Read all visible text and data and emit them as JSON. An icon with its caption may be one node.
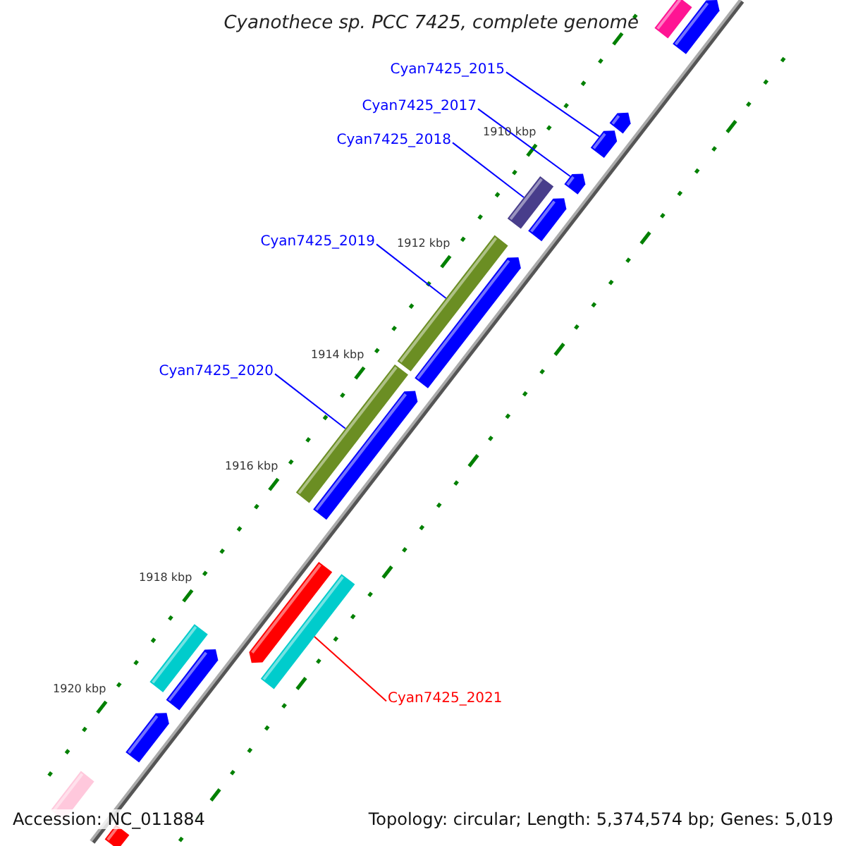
{
  "diagram": {
    "title": "Cyanothece sp. PCC 7425, complete genome",
    "nodes": [
      {
        "text": [
          "Cyan7425_2015"
        ]
      },
      {
        "text": [
          "Cyan7425_2017"
        ]
      },
      {
        "text": [
          "Cyan7425_2018"
        ]
      },
      {
        "text": [
          "Cyan7425_2019"
        ]
      },
      {
        "text": [
          "Cyan7425_2020"
        ]
      },
      {
        "text": [
          "Cyan7425_2021"
        ]
      },
      {
        "text": [],
        "shape": "bar"
      },
      {
        "text": [],
        "shape": "bar"
      },
      {
        "text": [],
        "shape": "bar"
      },
      {
        "text": [],
        "shape": "bar"
      },
      {
        "text": [],
        "shape": "bar"
      },
      {
        "text": [],
        "shape": "bar"
      },
      {
        "text": [],
        "shape": "bar"
      },
      {
        "text": [],
        "shape": "bar"
      },
      {
        "text": [],
        "shape": "bar"
      },
      {
        "text": [],
        "shape": "bar"
      },
      {
        "text": [],
        "shape": "bar"
      },
      {
        "text": [],
        "shape": "bar"
      },
      {
        "text": [],
        "shape": "bar"
      },
      {
        "text": [],
        "shape": "bar"
      },
      {
        "text": [],
        "shape": "bar"
      },
      {
        "text": [],
        "shape": "bar"
      },
      {
        "text": [],
        "shape": "bar"
      },
      {
        "text": [],
        "shape": "bar"
      }
    ],
    "edges": [
      {
        "from": 0,
        "to": 9,
        "arrow": "none"
      },
      {
        "from": 1,
        "to": 10,
        "arrow": "none"
      },
      {
        "from": 2,
        "to": 11,
        "arrow": "none"
      },
      {
        "from": 3,
        "to": 13,
        "arrow": "none"
      },
      {
        "from": 4,
        "to": 15,
        "arrow": "none"
      },
      {
        "from": 5,
        "to": 18,
        "arrow": "none",
        "color": "#ff0000"
      }
    ],
    "labels": [
      "1910 kbp",
      "1912 kbp",
      "1914 kbp",
      "1916 kbp",
      "1918 kbp",
      "1920 kbp",
      "Accession: NC_011884",
      "Topology: circular; Length: 5,374,574 bp; Genes: 5,019"
    ]
  }
}
